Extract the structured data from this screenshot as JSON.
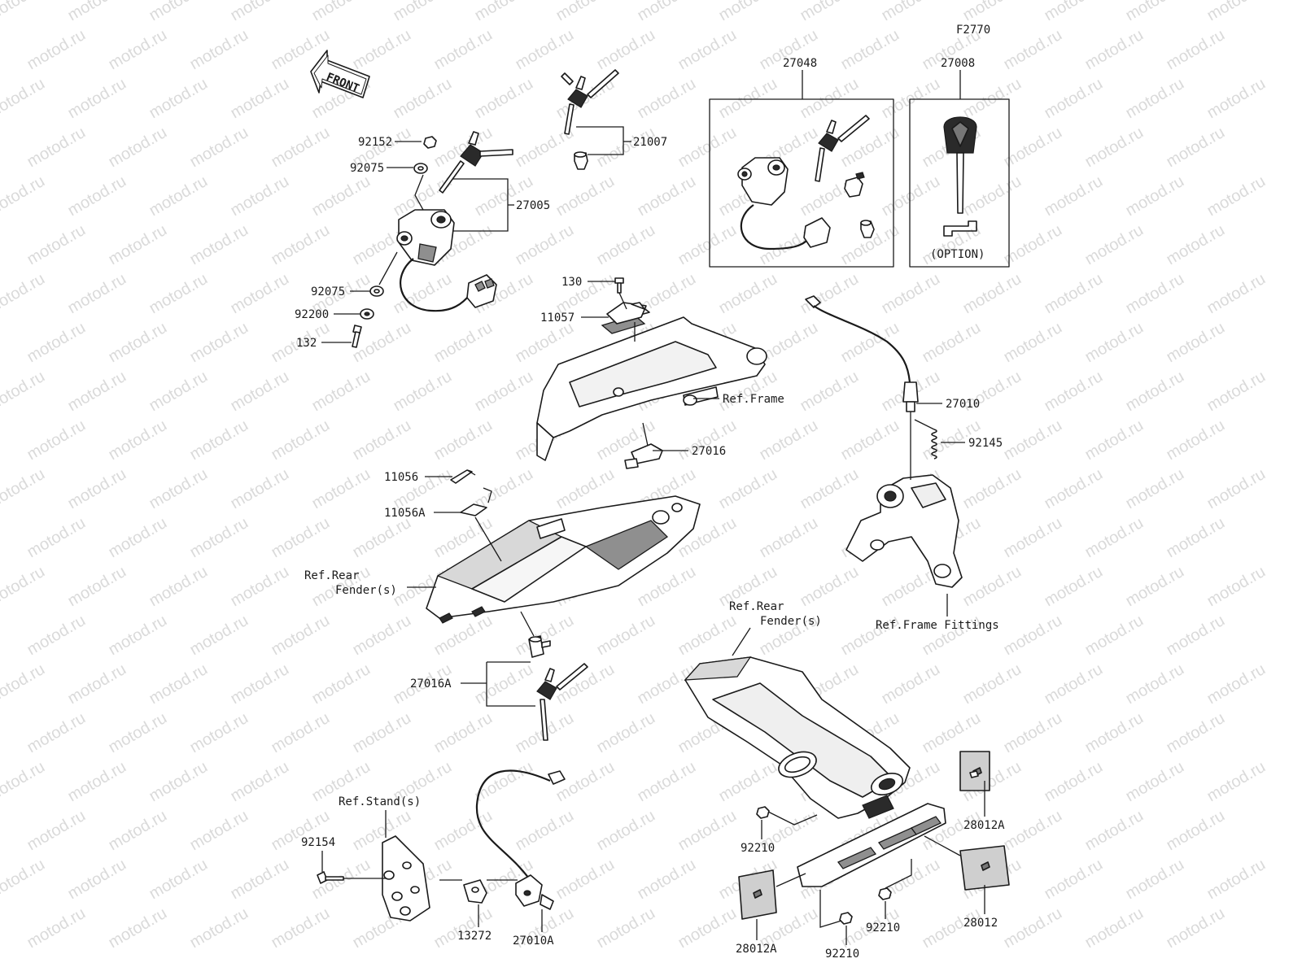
{
  "watermark": {
    "text": "motod.ru",
    "color": "#dadada"
  },
  "figure_code": "F2770",
  "front_arrow_label": "FRONT",
  "option_label": "(OPTION)",
  "callouts": {
    "p92152": "92152",
    "p92075a": "92075",
    "p27005": "27005",
    "p92075b": "92075",
    "p92200": "92200",
    "p132": "132",
    "p21007": "21007",
    "p27048": "27048",
    "p27008": "27008",
    "p130": "130",
    "p11057": "11057",
    "ref_frame": "Ref.Frame",
    "p27016": "27016",
    "p27010": "27010",
    "p92145": "92145",
    "p11056": "11056",
    "p11056a": "11056A",
    "ref_rear_fender_l1": "Ref.Rear",
    "ref_rear_fender_l2": "Fender(s)",
    "ref_frame_fittings": "Ref.Frame Fittings",
    "ref_rear_fender2_l1": "Ref.Rear",
    "ref_rear_fender2_l2": "Fender(s)",
    "p27016a": "27016A",
    "ref_stand": "Ref.Stand(s)",
    "p92154": "92154",
    "p13272": "13272",
    "p27010a": "27010A",
    "p92210a": "92210",
    "p28012a_top": "28012A",
    "p28012": "28012",
    "p92210b": "92210",
    "p28012a_bottom": "28012A",
    "p92210c": "92210"
  }
}
